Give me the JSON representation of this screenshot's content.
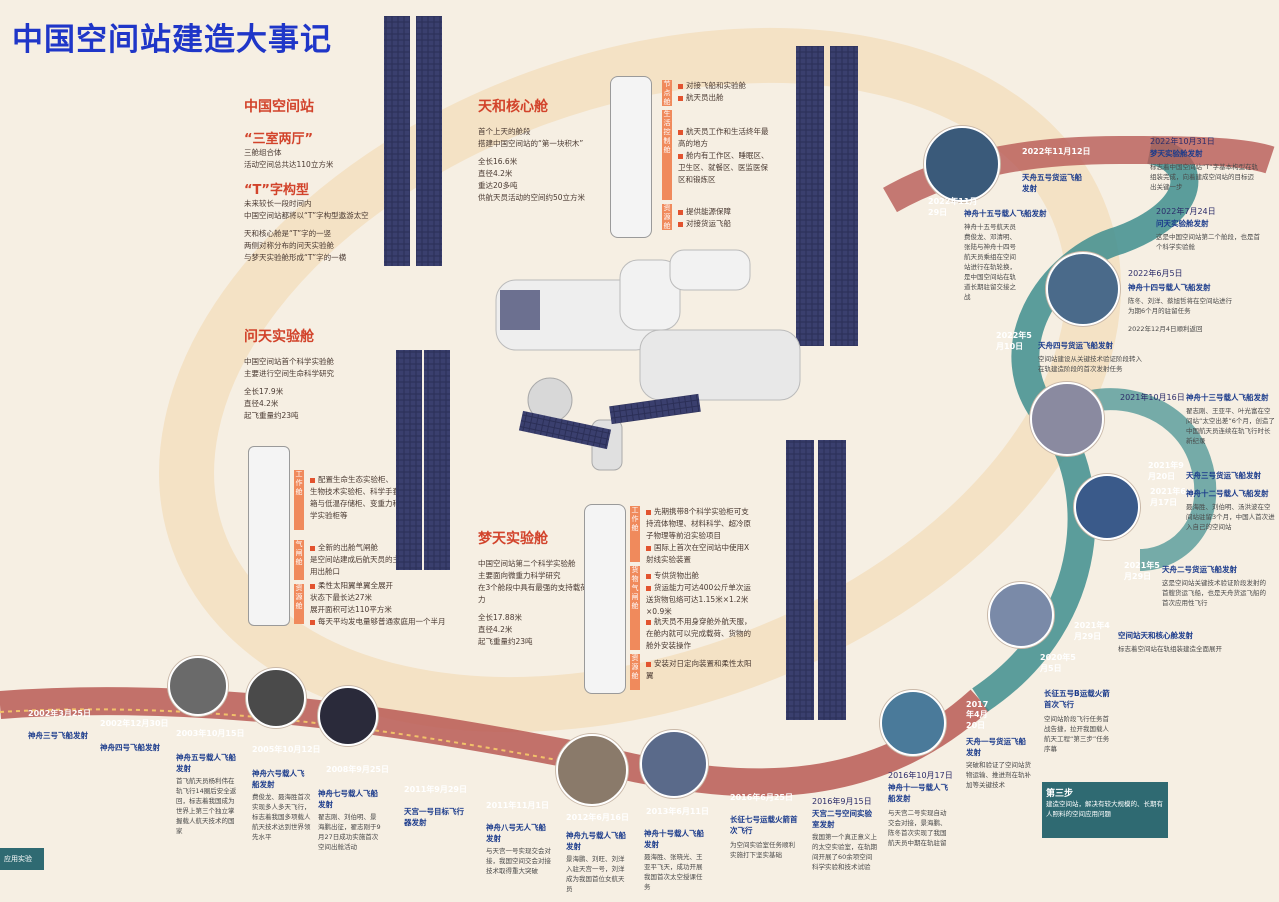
{
  "page": {
    "title": "中国空间站建造大事记"
  },
  "overview": {
    "heading": "中国空间站",
    "three_cabins_title": "“三室两厅”",
    "three_cabins_desc": [
      "三舱组合体",
      "活动空间总共达110立方米"
    ],
    "t_shape_title": "“T”字构型",
    "t_shape_desc": [
      "未来较长一段时间内",
      "中国空间站都将以“T”字构型遨游太空",
      "天和核心舱是“T”字的一竖",
      "两侧对称分布的问天实验舱",
      "与梦天实验舱形成“T”字的一横"
    ]
  },
  "tianhe": {
    "heading": "天和核心舱",
    "desc": [
      "首个上天的舱段",
      "搭建中国空间站的“第一块积木”"
    ],
    "length": "全长16.6米",
    "diameter": "直径4.2米",
    "weight": "重达20多吨",
    "space": "供航天员活动的空间约50立方米",
    "node_tab": "节点舱",
    "node_items": [
      "对接飞船和实验舱",
      "航天员出舱"
    ],
    "living_tab": "生活控制舱",
    "living_items": [
      "航天员工作和生活终年最高的地方",
      "舱内有工作区、睡眠区、卫生区、就餐区、医监医保区和锻炼区"
    ],
    "resource_tab": "资源舱",
    "resource_items": [
      "提供能源保障",
      "对接货运飞船"
    ]
  },
  "wentian": {
    "heading": "问天实验舱",
    "desc": [
      "中国空间站首个科学实验舱",
      "主要进行空间生命科学研究"
    ],
    "length": "全长17.9米",
    "diameter": "直径4.2米",
    "weight": "起飞重量约23吨",
    "work_tab": "工作舱",
    "work_items": [
      "配置生命生态实验柜、生物技术实验柜、科学手套箱与低温存储柜、变重力科学实验柜等"
    ],
    "airlock_tab": "气闸舱",
    "airlock_items": [
      "全新的出舱气闸舱",
      "是空间站建成后航天员的主用出舱口"
    ],
    "resource_tab": "资源舱",
    "resource_items": [
      "柔性太阳翼单翼全展开状态下最长达27米",
      "展开面积可达110平方米",
      "每天平均发电量够普通家庭用一个半月"
    ]
  },
  "mengtian": {
    "heading": "梦天实验舱",
    "desc": [
      "中国空间站第二个科学实验舱",
      "主要面向微重力科学研究",
      "在3个舱段中具有最强的支持载荷能力"
    ],
    "length": "全长17.88米",
    "diameter": "直径4.2米",
    "weight": "起飞重量约23吨",
    "work_tab": "工作舱",
    "work_items": [
      "先期携带8个科学实验柜可支持流体物理、材料科学、超冷原子物理等前沿实验项目",
      "国际上首次在空间站中使用X射线实验装置"
    ],
    "cargo_tab": "货物气闸舱",
    "cargo_items": [
      "专供货物出舱",
      "货运能力可达400公斤单次运送货物包络可达1.15米×1.2米×0.9米",
      "航天员不用身穿舱外航天服，在舱内就可以完成载荷、货物的舱外安装操作"
    ],
    "resource_tab": "资源舱",
    "resource_items": [
      "安装对日定向装置和柔性太阳翼"
    ]
  },
  "timeline_bottom": [
    {
      "date": "2002年3月25日",
      "title": "神舟三号飞船发射"
    },
    {
      "date": "2002年12月30日",
      "title": "神舟四号飞船发射"
    },
    {
      "date": "2003年10月15日",
      "title": "神舟五号载人飞船发射",
      "desc": "首飞航天员杨利伟在轨飞行14圈后安全返回，标志着我国成为世界上第三个独立掌握载人航天技术的国家"
    },
    {
      "date": "2005年10月12日",
      "title": "神舟六号载人飞船发射",
      "desc": "费俊龙、聂海胜首次实现多人多天飞行，标志着我国多项载人航天技术达到世界领先水平"
    },
    {
      "date": "2008年9月25日",
      "title": "神舟七号载人飞船发射",
      "desc": "翟志刚、刘伯明、景海鹏出征，翟志刚于9月27日成功实施首次空间出舱活动"
    },
    {
      "date": "2011年9月29日",
      "title": "天宫一号目标飞行器发射"
    },
    {
      "date": "2011年11月1日",
      "title": "神舟八号无人飞船发射",
      "desc": "与天宫一号实现交会对接，我国空间交会对接技术取得重大突破"
    },
    {
      "date": "2012年6月16日",
      "title": "神舟九号载人飞船发射",
      "desc": "景海鹏、刘旺、刘洋入驻天宫一号，刘洋成为我国首位女航天员"
    },
    {
      "date": "2013年6月11日",
      "title": "神舟十号载人飞船发射",
      "desc": "聂海胜、张晓光、王亚平飞天，成功开展我国首次太空授课任务"
    },
    {
      "date": "2016年6月25日",
      "title": "长征七号运载火箭首次飞行",
      "desc": "为空间实验室任务顺利实施打下坚实基础"
    },
    {
      "date": "2016年9月15日",
      "title": "天宫二号空间实验室发射",
      "desc": "我国第一个真正意义上的太空实验室，在轨期间开展了60余项空间科学实验和技术试验"
    },
    {
      "date": "2016年10月17日",
      "title": "神舟十一号载人飞船发射",
      "desc": "与天宫二号实现自动交会对接，景海鹏、陈冬首次实现了我国航天员中期在轨驻留"
    }
  ],
  "timeline_right": [
    {
      "date": "2017年4月20日",
      "title": "天舟一号货运飞船发射",
      "desc": "突破和验证了空间站货物运输、推进剂在轨补加等关键技术"
    },
    {
      "date": "2020年5月5日",
      "title": "长征五号B运载火箭首次飞行",
      "desc": "空间站阶段飞行任务首战告捷，拉开我国载人航天工程“第三步”任务序幕"
    },
    {
      "date": "2021年4月29日",
      "title": "空间站天和核心舱发射",
      "desc": "标志着空间站在轨组装建造全面展开"
    },
    {
      "date": "2021年5月29日",
      "title": "天舟二号货运飞船发射",
      "desc": "这是空间站关键技术验证阶段发射的首艘货运飞船，也是天舟货运飞船的首次应用性飞行"
    },
    {
      "date": "2021年6月17日",
      "title": "神舟十二号载人飞船发射",
      "desc": "聂海胜、刘伯明、汤洪波在空间站驻留3个月，中国人首次进入自己的空间站"
    },
    {
      "date": "2021年9月20日",
      "title": "天舟三号货运飞船发射"
    },
    {
      "date": "2021年10月16日",
      "title": "神舟十三号载人飞船发射",
      "desc": "翟志刚、王亚平、叶光富在空间站“太空出差”6个月，创造了中国航天员连续在轨飞行时长新纪录"
    },
    {
      "date": "2022年5月10日",
      "title": "天舟四号货运飞船发射",
      "desc": "空间站建设从关键技术验证阶段转入在轨建造阶段的首次发射任务"
    },
    {
      "date": "2022年6月5日",
      "title": "神舟十四号载人飞船发射",
      "desc": "陈冬、刘洋、蔡旭哲将在空间站进行为期6个月的驻留任务",
      "extra": "2022年12月4日顺利返回"
    },
    {
      "date": "2022年7月24日",
      "title": "问天实验舱发射",
      "desc": "这是中国空间站第二个舱段，也是首个科学实验舱"
    },
    {
      "date": "2022年11月29日",
      "title": "神舟十五号载人飞船发射",
      "desc": "神舟十五号航天员费俊龙、邓清明、张陆与神舟十四号航天员乘组在空间站进行在轨轮换，是中国空间站在轨道长期驻留交接之战"
    },
    {
      "date": "2022年11月12日",
      "title": "天舟五号货运飞船发射"
    },
    {
      "date": "2022年10月31日",
      "title": "梦天实验舱发射",
      "desc": "标志着中国空间站“T”字基本构型在轨组装完成，向着建成空间站的目标迈出关键一步"
    }
  ],
  "phase3": {
    "title": "第三步",
    "desc": "建造空间站，解决有较大规模的、长期有人照料的空间应用问题"
  },
  "corner": {
    "text": "应用实验"
  },
  "colors": {
    "title_blue": "#1f36c8",
    "accent_red": "#d2432b",
    "ribbon_red": "#b85a55",
    "ribbon_teal": "#3f8e8e",
    "bg": "#f6efe3"
  }
}
